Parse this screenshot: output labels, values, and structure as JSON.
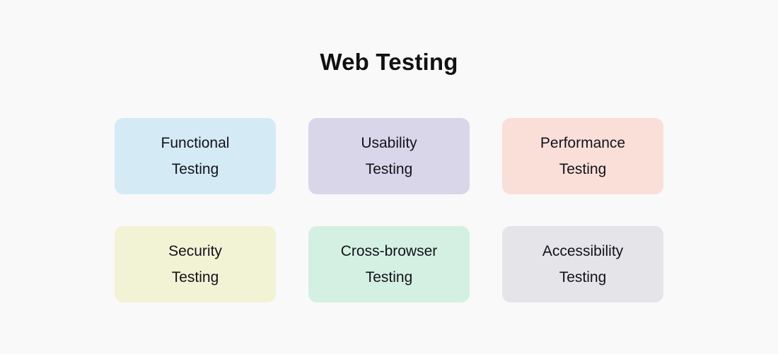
{
  "page": {
    "title": "Web Testing",
    "background_color": "#f9f9f9",
    "title_color": "#111111",
    "card_text_color": "#12131a"
  },
  "cards": [
    {
      "id": "functional-testing",
      "label": "Functional\nTesting",
      "line1": "Functional",
      "line2": "Testing",
      "color": "#d4ebf5"
    },
    {
      "id": "usability-testing",
      "label": "Usability\nTesting",
      "line1": "Usability",
      "line2": "Testing",
      "color": "#d8d6e8"
    },
    {
      "id": "performance-testing",
      "label": "Performance\nTesting",
      "line1": "Performance",
      "line2": "Testing",
      "color": "#fadfd9"
    },
    {
      "id": "security-testing",
      "label": "Security\nTesting",
      "line1": "Security",
      "line2": "Testing",
      "color": "#f2f2d5"
    },
    {
      "id": "cross-browser-testing",
      "label": "Cross-browser\nTesting",
      "line1": "Cross-browser",
      "line2": "Testing",
      "color": "#d4f0e2"
    },
    {
      "id": "accessibility-testing",
      "label": "Accessibility\nTesting",
      "line1": "Accessibility",
      "line2": "Testing",
      "color": "#e4e4e9"
    }
  ]
}
